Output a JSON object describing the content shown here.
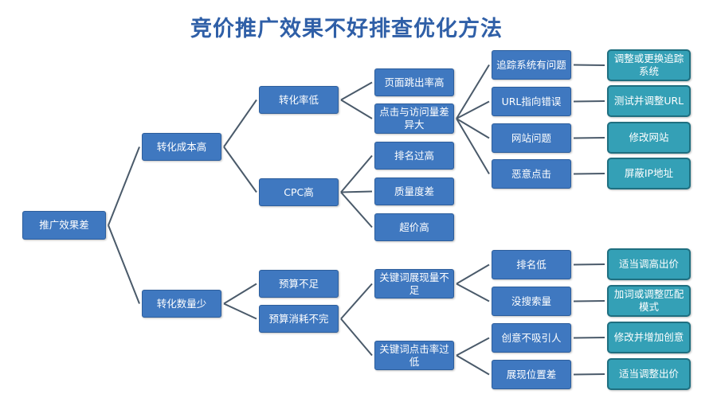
{
  "title": "竞价推广效果不好排查优化方法",
  "colors": {
    "node": "#3f78c0",
    "fix": "#34a0b6",
    "line": "#4a5a6a",
    "title": "#2f5fa7"
  },
  "nodes": {
    "root": "推广效果差",
    "cost_high": "转化成本高",
    "count_low": "转化数量少",
    "rate_low": "转化率低",
    "cpc_high": "CPC高",
    "budget_short": "预算不足",
    "budget_unspent": "预算消耗不完",
    "bounce_high": "页面跳出率高",
    "click_visit_gap": "点击与访问量差异大",
    "rank_too_high": "排名过高",
    "quality_poor": "质量度差",
    "overbid": "超价高",
    "impr_low": "关键词展现量不足",
    "ctr_low": "关键词点击率过低",
    "tracking_issue": "追踪系统有问题",
    "url_wrong": "URL指向错误",
    "site_issue": "网站问题",
    "fraud_click": "恶意点击",
    "rank_low": "排名低",
    "no_search": "没搜索量",
    "creative_weak": "创意不吸引人",
    "position_poor": "展现位置差",
    "fix_tracking": "调整或更换追踪系统",
    "fix_url": "测试并调整URL",
    "fix_site": "修改网站",
    "fix_fraud": "屏蔽IP地址",
    "fix_rank": "适当调高出价",
    "fix_search": "加词或调整匹配模式",
    "fix_creative": "修改并增加创意",
    "fix_position": "适当调整出价"
  }
}
